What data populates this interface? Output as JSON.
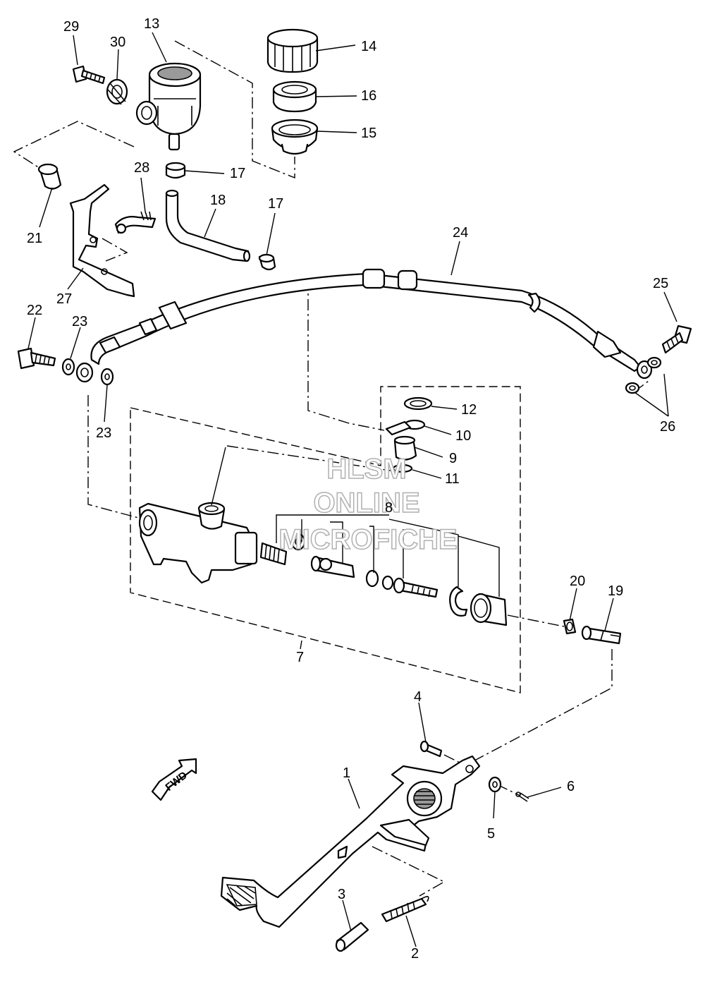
{
  "callouts": {
    "c1": "1",
    "c2": "2",
    "c3": "3",
    "c4": "4",
    "c5": "5",
    "c6": "6",
    "c7": "7",
    "c8": "8",
    "c9": "9",
    "c10": "10",
    "c11": "11",
    "c12": "12",
    "c13": "13",
    "c14": "14",
    "c15": "15",
    "c16": "16",
    "c17a": "17",
    "c17b": "17",
    "c18": "18",
    "c19": "19",
    "c20": "20",
    "c21": "21",
    "c22": "22",
    "c23a": "23",
    "c23b": "23",
    "c24": "24",
    "c25": "25",
    "c26": "26",
    "c27": "27",
    "c28": "28",
    "c29": "29",
    "c30": "30"
  },
  "fwd_label": "FWD",
  "watermark": {
    "line1": "HLSM",
    "line2": "ONLINE",
    "line3": "MICROFICHE"
  }
}
